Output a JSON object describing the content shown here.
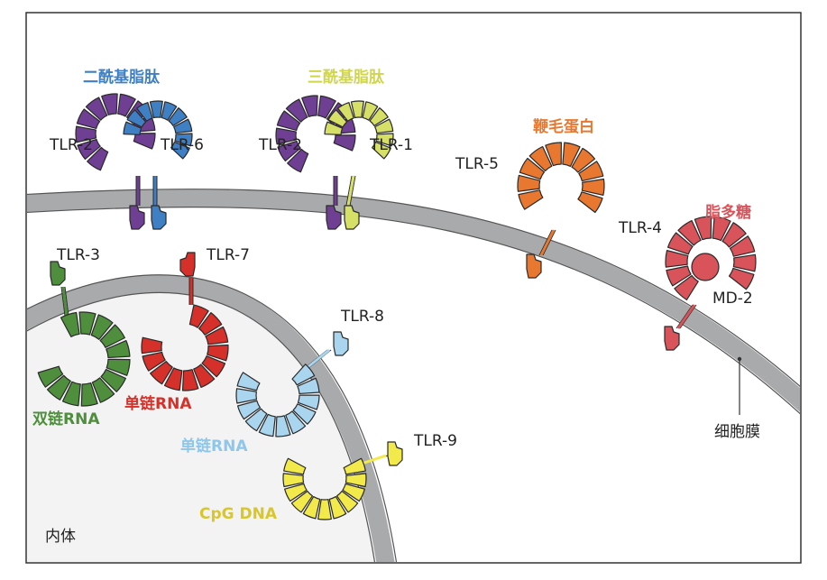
{
  "colors": {
    "purple": "#6f3f93",
    "blue": "#3f7fc4",
    "lime": "#d6df66",
    "orange": "#e8782f",
    "pinkred": "#d9535a",
    "green": "#4e8e3c",
    "red": "#d5302a",
    "lightblue": "#a9d5ef",
    "yellow": "#f2ea4a",
    "membrane": "#a9aaac",
    "endosome_fill": "#f2f2f2"
  },
  "ligands": {
    "diacyl": "二酰基脂肽",
    "triacyl": "三酰基脂肽",
    "flagellin": "鞭毛蛋白",
    "lps": "脂多糖",
    "dsrna": "双链RNA",
    "ssrna_red": "单链RNA",
    "ssrna_blue": "单链RNA",
    "cpg": "CpG DNA"
  },
  "receptors": {
    "tlr2_a": "TLR-2",
    "tlr6": "TLR-6",
    "tlr2_b": "TLR-2",
    "tlr1": "TLR-1",
    "tlr5": "TLR-5",
    "tlr4": "TLR-4",
    "md2": "MD-2",
    "tlr3": "TLR-3",
    "tlr7": "TLR-7",
    "tlr8": "TLR-8",
    "tlr9": "TLR-9"
  },
  "regions": {
    "membrane": "细胞膜",
    "endosome": "内体"
  }
}
